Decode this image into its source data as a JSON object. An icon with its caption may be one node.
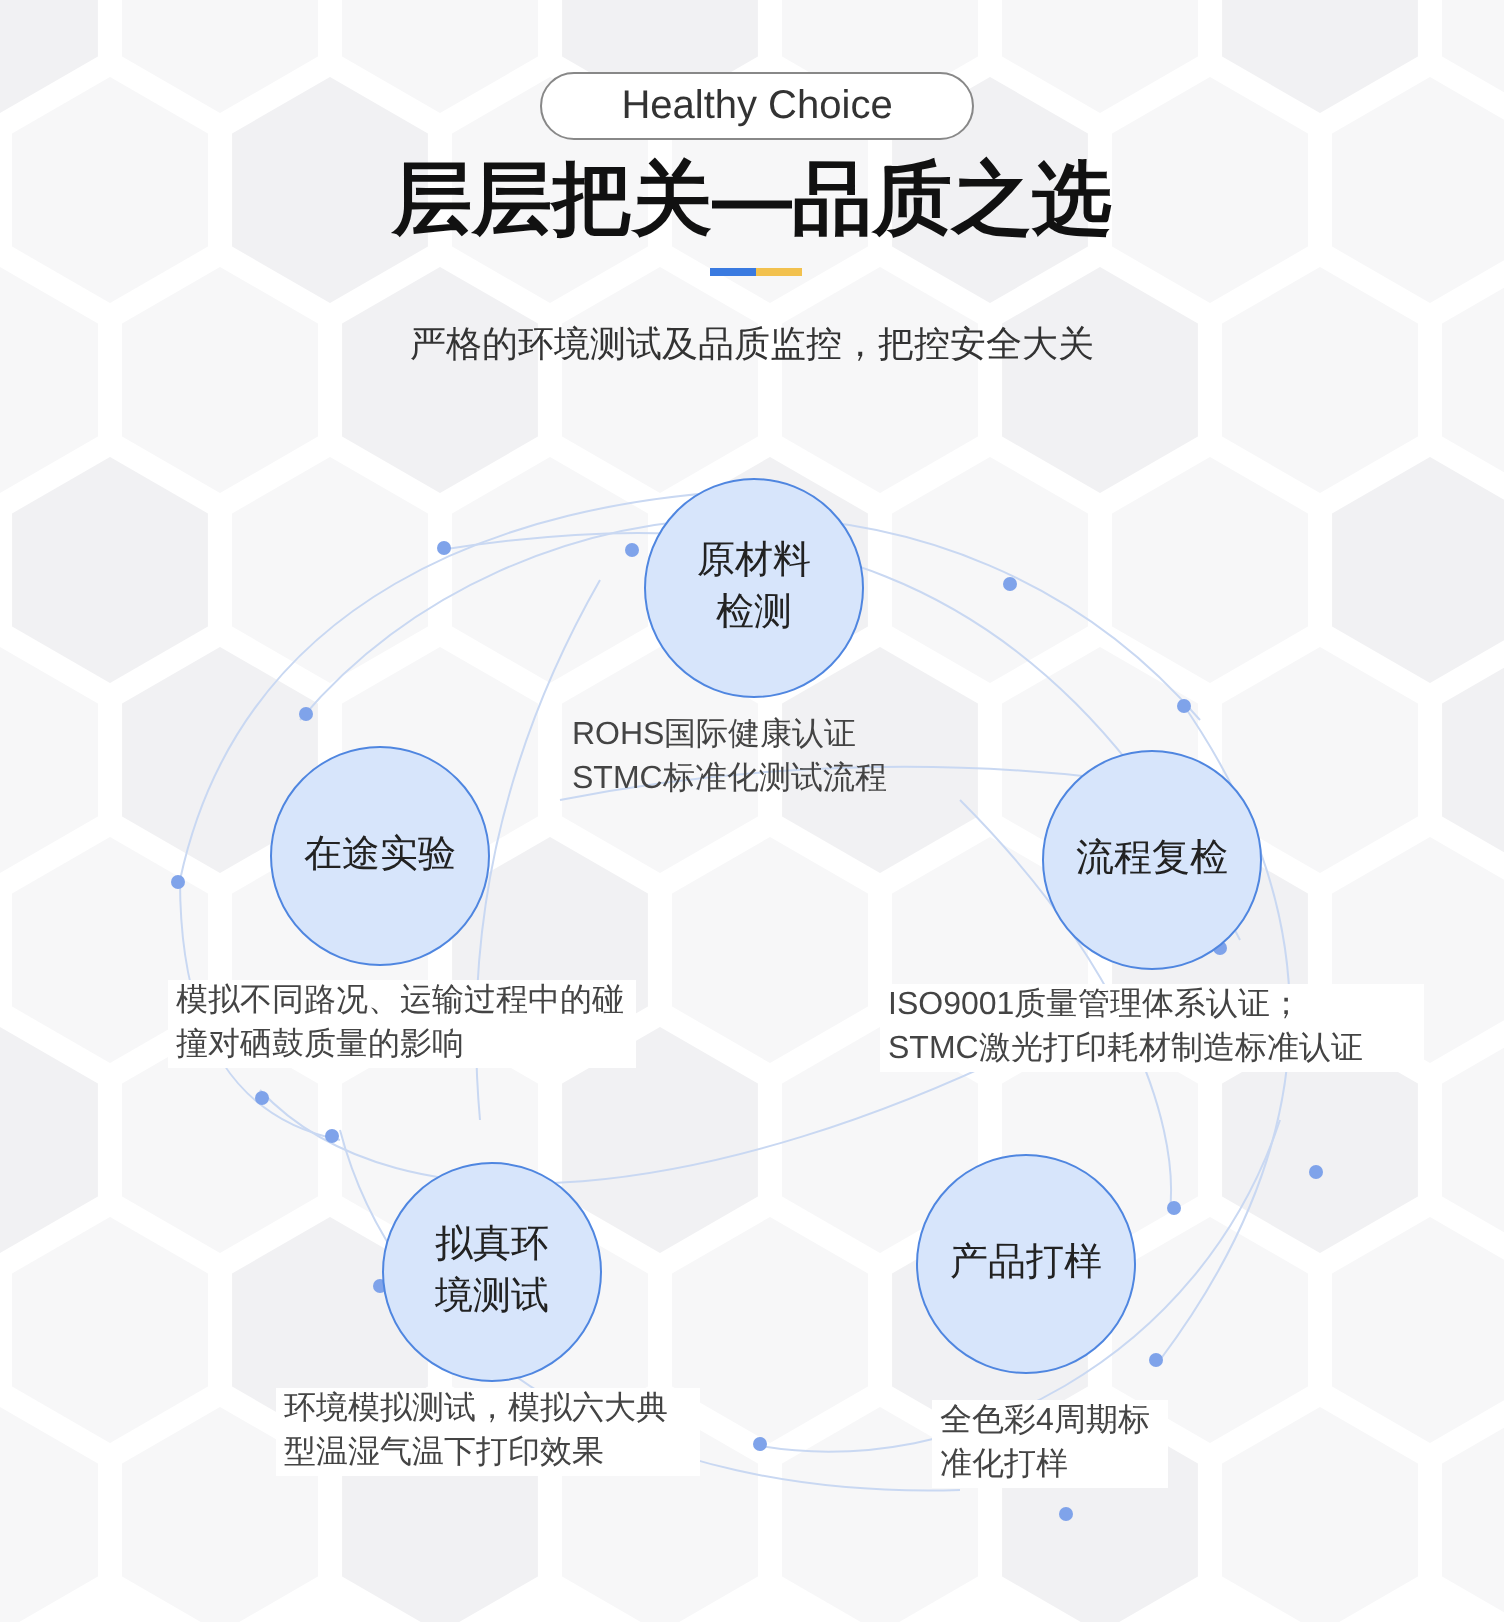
{
  "diagram": {
    "title": "层层把关—品质之选",
    "nodes": [
      {
        "text": [
          "Healthy Choice"
        ]
      },
      {
        "text": [
          "原材料检测"
        ],
        "beside": [
          "ROHS国际健康认证",
          "STMC标准化测试流程"
        ]
      },
      {
        "text": [
          "在途实验"
        ],
        "beside": [
          "模拟不同路况、运输过程中的碰撞对硒鼓质量的影响"
        ]
      },
      {
        "text": [
          "流程复检"
        ],
        "beside": [
          "ISO9001质量管理体系认证；",
          "STMC激光打印耗材制造标准认证"
        ]
      },
      {
        "text": [
          "拟真环境测试"
        ],
        "beside": [
          "环境模拟测试，模拟六大典型温湿气温下打印效果"
        ]
      },
      {
        "text": [
          "产品打样"
        ],
        "beside": [
          "全色彩4周期标准化打样"
        ]
      }
    ],
    "labels": [
      "严格的环境测试及品质监控，把控安全大关"
    ]
  }
}
